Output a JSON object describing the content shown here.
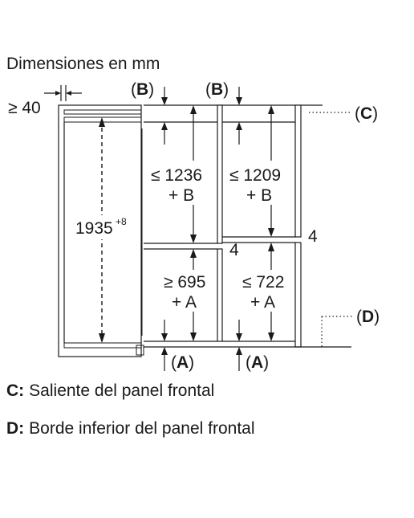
{
  "title": "Dimensiones en mm",
  "labels": {
    "gap_top": "≥ 40",
    "b_left": "(B)",
    "b_right": "(B)",
    "c_marker": "(C)",
    "d_marker": "(D)",
    "a_left": "(A)",
    "a_right": "(A)",
    "letter_a": "A",
    "letter_b": "B",
    "letter_c": "C",
    "letter_d": "D"
  },
  "dimensions": {
    "height_total": "1935",
    "height_total_tol": "+8",
    "upper_left": "≤ 1236",
    "upper_left_sub": "+ B",
    "upper_right": "≤ 1209",
    "upper_right_sub": "+ B",
    "lower_left": "≥ 695",
    "lower_left_sub": "+ A",
    "lower_right": "≤ 722",
    "lower_right_sub": "+ A",
    "gap_left": "4",
    "gap_right": "4"
  },
  "legend": [
    {
      "key": "C:",
      "text": "Saliente del panel frontal"
    },
    {
      "key": "D:",
      "text": "Borde inferior del panel frontal"
    }
  ]
}
